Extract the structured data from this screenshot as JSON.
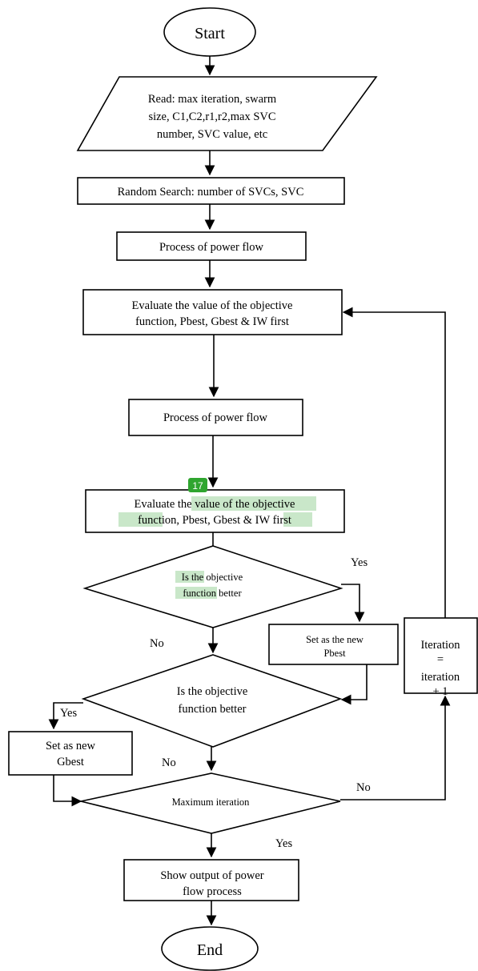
{
  "start": "Start",
  "end": "End",
  "read": [
    "Read: max iteration, swarm",
    "size, C1,C2,r1,r2,max SVC",
    "number, SVC value, etc"
  ],
  "random_search": "Random Search: number of SVCs, SVC",
  "process1": "Process of  power flow",
  "evaluate1": [
    "Evaluate the value of the objective",
    "function, Pbest, Gbest & IW first"
  ],
  "process2": "Process of power flow",
  "evaluate2": {
    "line1_a": "Evaluate the ",
    "line1_b": "value of the objective",
    "line2_a": "function",
    "line2_b": ", Pbest, Gbest & IW ",
    "line2_c": "first"
  },
  "badge": "17",
  "decision1": {
    "a": "Is the",
    "b": " objective",
    "c": "function",
    "d": " better"
  },
  "yes1": "Yes",
  "no1": "No",
  "set_pbest": [
    "Set as the new",
    "Pbest"
  ],
  "decision2": [
    "Is the objective",
    "function better"
  ],
  "yes2": "Yes",
  "set_gbest": [
    "Set as new",
    "Gbest"
  ],
  "no2": "No",
  "iteration_box": [
    "Iteration",
    "=",
    "iteration",
    "+ 1"
  ],
  "max_iter": "Maximum iteration",
  "no3": "No",
  "yes3": "Yes",
  "output": [
    "Show output of power",
    "flow process"
  ]
}
